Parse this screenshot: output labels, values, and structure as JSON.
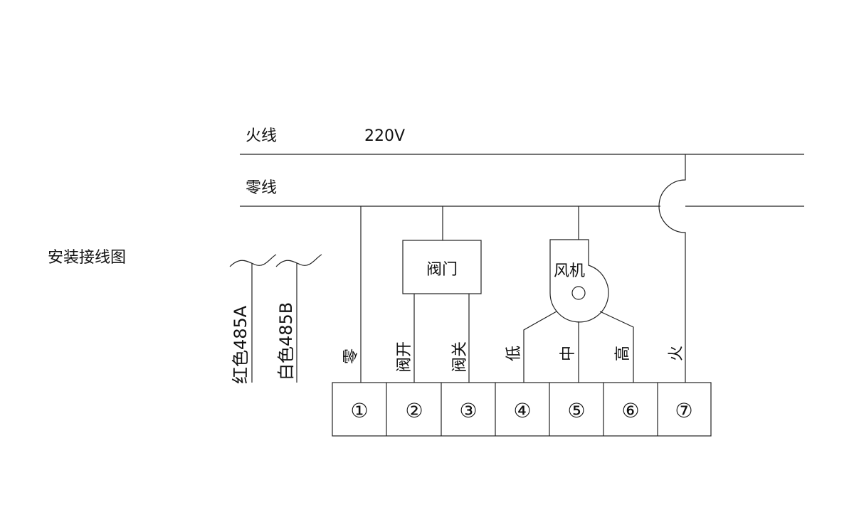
{
  "title": "安装接线图",
  "lines": {
    "live": "火线",
    "voltage": "220V",
    "neutral": "零线"
  },
  "valve": {
    "label": "阀门"
  },
  "fan": {
    "label": "风机"
  },
  "rs485": {
    "a": "红色485A",
    "b": "白色485B"
  },
  "terminal_labels": [
    "零",
    "阀开",
    "阀关",
    "低",
    "中",
    "高",
    "火"
  ],
  "terminals": [
    "①",
    "②",
    "③",
    "④",
    "⑤",
    "⑥",
    "⑦"
  ]
}
